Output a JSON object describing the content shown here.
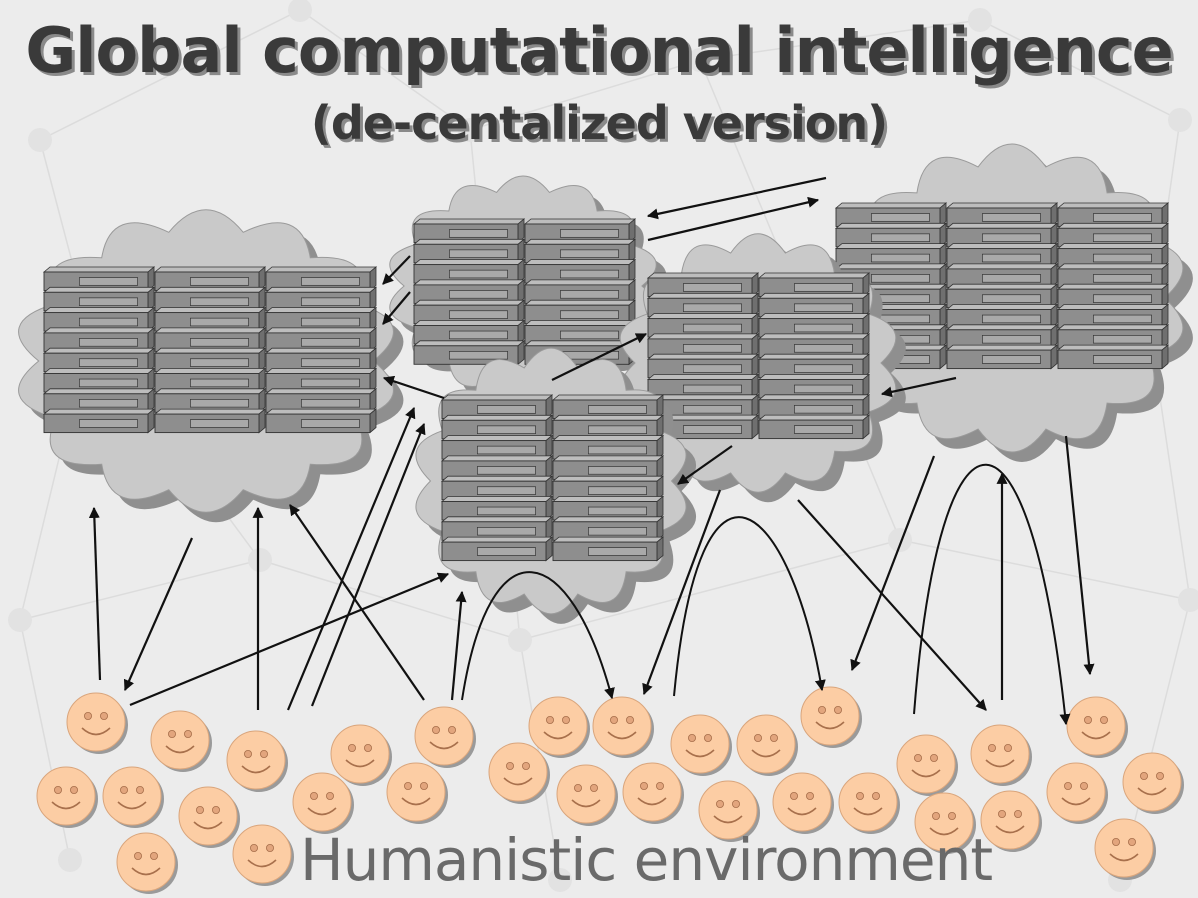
{
  "title": "Global computational intelligence",
  "subtitle": "(de-centalized version)",
  "footer": "Humanistic environment",
  "colors": {
    "background": "#ececec",
    "cloud": "#c9c9c9",
    "cloud_shadow": "#8f8f8f",
    "server": "#8e8e8e",
    "face": "#fccda4",
    "arrow": "#111111"
  },
  "icons": {
    "cloud": "cloud-icon",
    "server": "server-rack-icon",
    "person": "smiley-face-icon"
  }
}
